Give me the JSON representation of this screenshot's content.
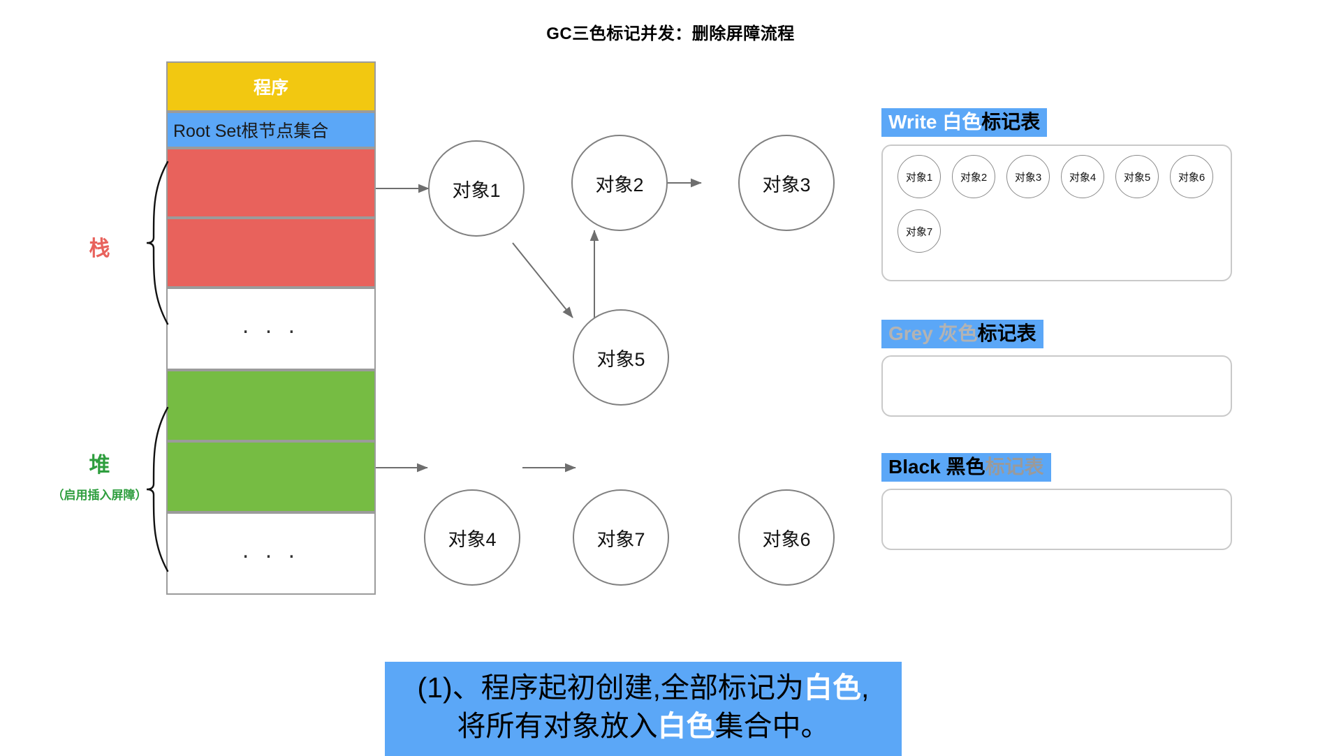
{
  "title": "GC三色标记并发：删除屏障流程",
  "memory": {
    "program_label": "程序",
    "rootset_label": "Root Set根节点集合",
    "ellipsis": ". . .",
    "stack": {
      "label": "栈",
      "color": "#E8625C"
    },
    "heap": {
      "label": "堆",
      "sublabel": "（启用插入屏障）",
      "color": "#76BC43"
    }
  },
  "graph": {
    "nodes": [
      {
        "id": "obj1",
        "label": "对象1"
      },
      {
        "id": "obj2",
        "label": "对象2"
      },
      {
        "id": "obj3",
        "label": "对象3"
      },
      {
        "id": "obj5",
        "label": "对象5"
      },
      {
        "id": "obj4",
        "label": "对象4"
      },
      {
        "id": "obj7",
        "label": "对象7"
      },
      {
        "id": "obj6",
        "label": "对象6"
      }
    ],
    "edges": [
      {
        "from": "stack-slot-1",
        "to": "obj1"
      },
      {
        "from": "obj1",
        "to": "obj5"
      },
      {
        "from": "obj5",
        "to": "obj2"
      },
      {
        "from": "obj2",
        "to": "obj3"
      },
      {
        "from": "heap-slot-2",
        "to": "obj4"
      },
      {
        "from": "obj4",
        "to": "obj7"
      }
    ]
  },
  "tables": [
    {
      "id": "white",
      "head_en": "Write",
      "head_cn_colored": "白色",
      "head_cn_plain": "标记表",
      "head_en_color": "#ffffff",
      "items": [
        "对象1",
        "对象2",
        "对象3",
        "对象4",
        "对象5",
        "对象6",
        "对象7"
      ]
    },
    {
      "id": "grey",
      "head_en": "Grey",
      "head_cn_colored": "灰色",
      "head_cn_plain": "标记表",
      "head_en_color": "#b3b3b3",
      "items": []
    },
    {
      "id": "black",
      "head_en": "Black",
      "head_cn_colored": "黑色",
      "head_cn_plain": "标记表",
      "head_en_color": "#000000",
      "items": []
    }
  ],
  "caption": {
    "line1_a": "(1)、程序起初创建,全部标记为",
    "line1_hl": "白色",
    "line1_b": ",",
    "line2_a": "将所有对象放入",
    "line2_hl": "白色",
    "line2_b": "集合中。"
  },
  "colors": {
    "accent_blue": "#5BA7F7",
    "yellow": "#F2C811",
    "red": "#E8625C",
    "green": "#76BC43",
    "node_stroke": "#808080"
  }
}
